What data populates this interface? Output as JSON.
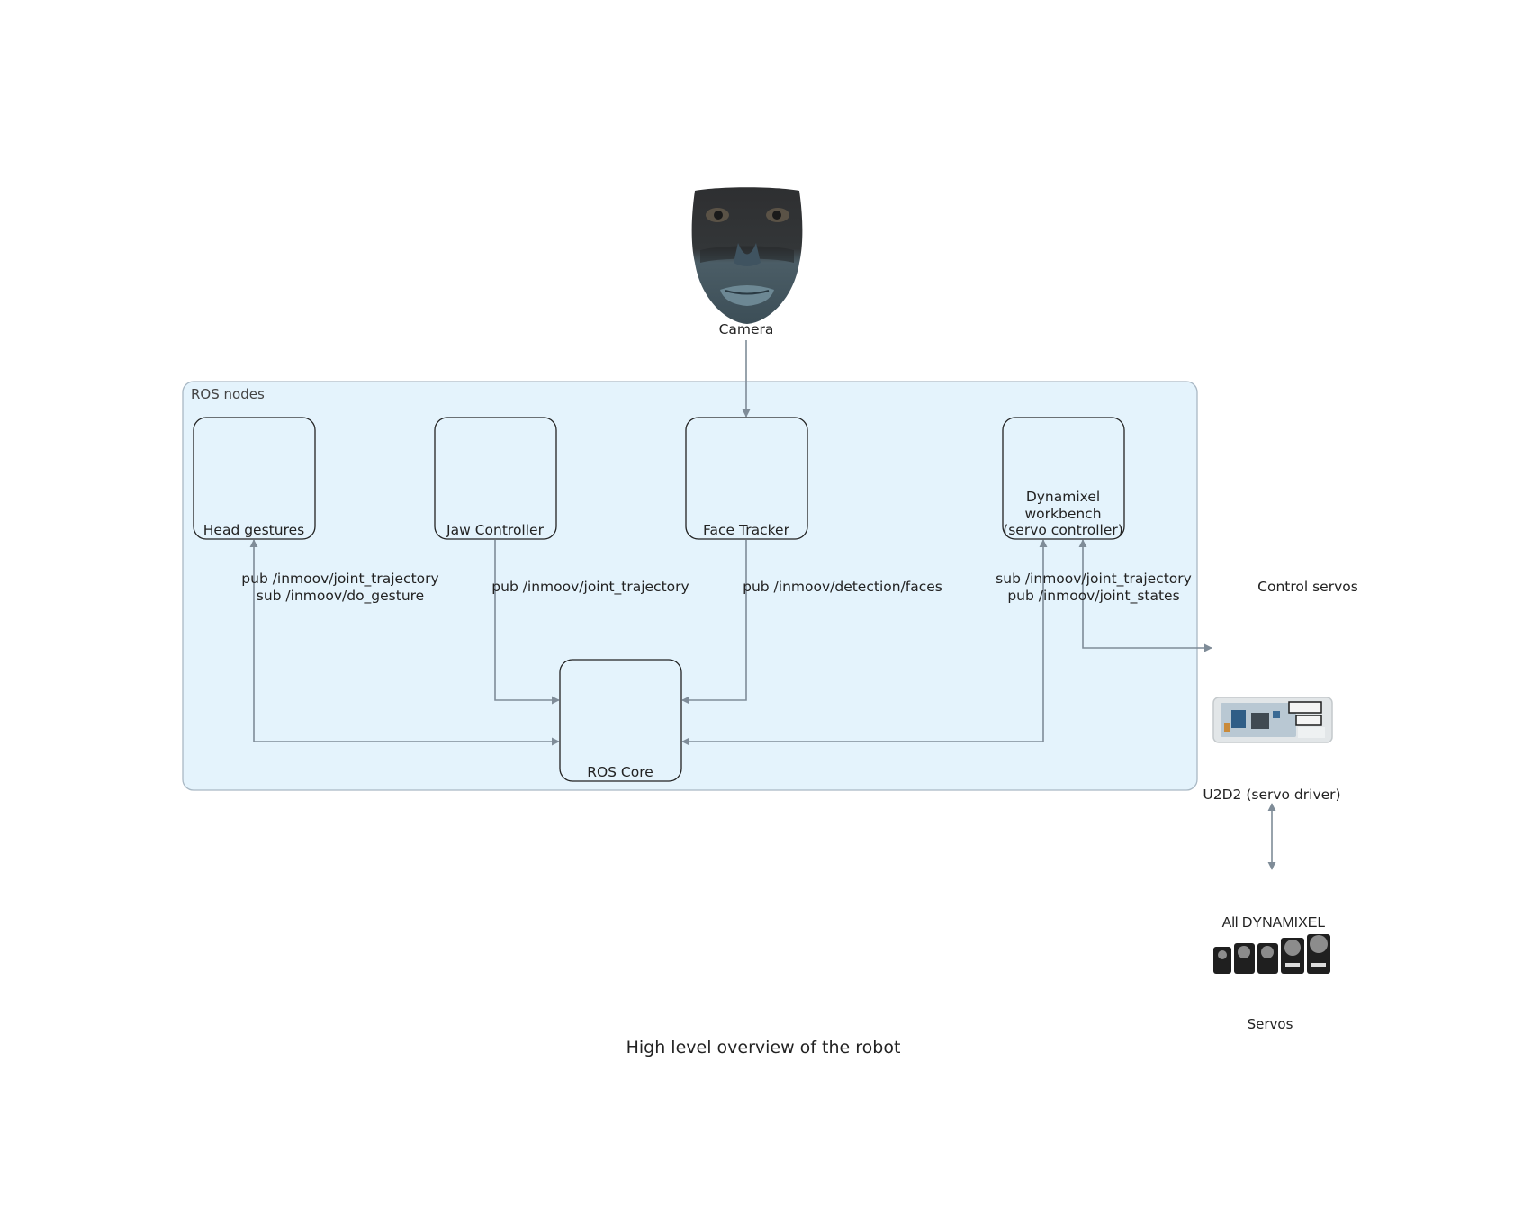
{
  "title": "High level overview of the robot",
  "group": {
    "label": "ROS nodes"
  },
  "nodes": {
    "camera": "Camera",
    "head_gestures": "Head gestures",
    "jaw_controller": "Jaw Controller",
    "face_tracker": "Face Tracker",
    "dynamixel": [
      "Dynamixel",
      "workbench",
      "(servo controller)"
    ],
    "ros_core": "ROS Core",
    "u2d2": "U2D2 (servo driver)",
    "servos": "Servos",
    "servos_image_caption": "All DYNAMIXEL"
  },
  "edges": {
    "head_gestures": [
      "pub /inmoov/joint_trajectory",
      "sub /inmoov/do_gesture"
    ],
    "jaw_controller": "pub /inmoov/joint_trajectory",
    "face_tracker": "pub /inmoov/detection/faces",
    "dynamixel": [
      "sub /inmoov/joint_trajectory",
      "pub /inmoov/joint_states"
    ],
    "control_servos": "Control servos"
  },
  "colors": {
    "node_fill": "#e4f3fc",
    "edge": "#7f8c98",
    "group_border": "#a9b8c4"
  },
  "icons": [
    "robot-face-image",
    "u2d2-board-image",
    "dynamixel-servos-image"
  ]
}
